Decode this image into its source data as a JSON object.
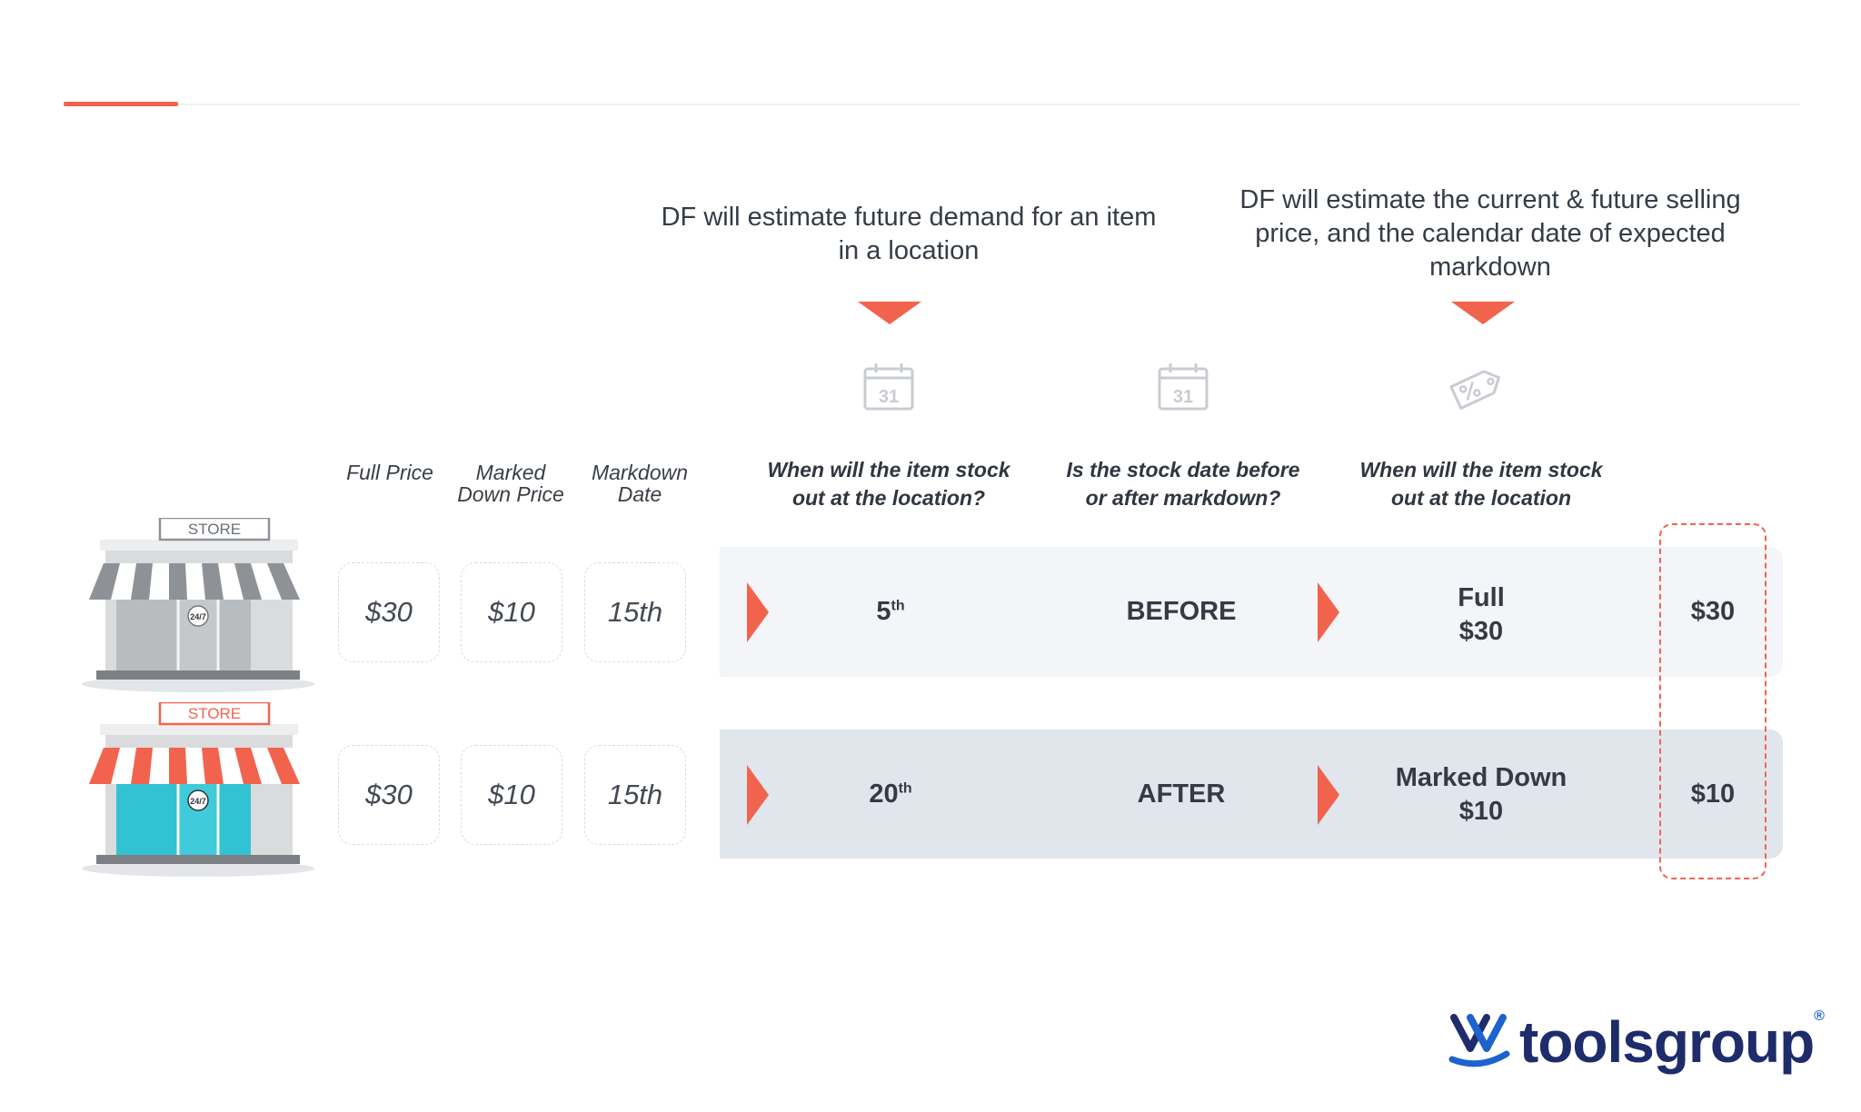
{
  "callouts": {
    "demand": "DF will estimate future demand for an item in a location",
    "price": "DF will estimate the current & future selling price, and the calendar date of expected markdown"
  },
  "icons": {
    "calendar_number": "31",
    "calendar_icon": "calendar-icon",
    "price_tag_icon": "price-tag-icon"
  },
  "column_headers": {
    "full_price": "Full Price",
    "marked_down_price": "Marked Down Price",
    "markdown_date": "Markdown Date"
  },
  "question_headers": {
    "q1": "When will the item stock out at the location?",
    "q2": "Is the stock date before or after markdown?",
    "q3": "When will the item stock out at the location"
  },
  "store_sign": "STORE",
  "store_badge": "24/7",
  "rows": [
    {
      "full_price": "$30",
      "marked_down_price": "$10",
      "markdown_date": "15th",
      "stockout_day": "5",
      "stockout_suffix": "th",
      "timing": "BEFORE",
      "price_state": "Full",
      "price_value": "$30",
      "result": "$30"
    },
    {
      "full_price": "$30",
      "marked_down_price": "$10",
      "markdown_date": "15th",
      "stockout_day": "20",
      "stockout_suffix": "th",
      "timing": "AFTER",
      "price_state": "Marked Down",
      "price_value": "$10",
      "result": "$10"
    }
  ],
  "logo": {
    "text": "toolsgroup",
    "registered": "®"
  },
  "colors": {
    "accent": "#f2634e",
    "band_light": "#f3f5f8",
    "band_dark": "#e1e6ed",
    "store_teal": "#32c3d3",
    "logo_navy": "#1e2c6b",
    "logo_blue": "#1e62d0"
  }
}
